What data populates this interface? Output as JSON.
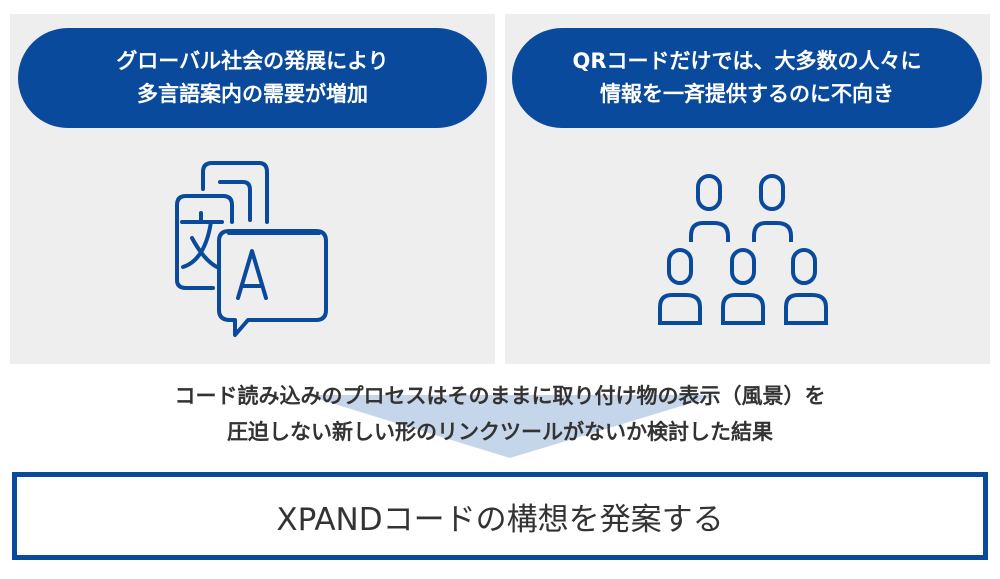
{
  "left_panel": {
    "lines": [
      "グローバル社会の発展により",
      "多言語案内の需要が増加"
    ],
    "icon": "translate-icon"
  },
  "right_panel": {
    "lines": [
      "QRコードだけでは、大多数の人々に",
      "情報を一斉提供するのに不向き"
    ],
    "icon": "people-group-icon"
  },
  "middle_text": {
    "lines": [
      "コード読み込みのプロセスはそのままに取り付け物の表示（風景）を",
      "圧迫しない新しい形のリンクツールがないか検討した結果"
    ]
  },
  "result": {
    "label": "XPANDコードの構想を発案する"
  },
  "colors": {
    "brand_blue": "#0a4a9c",
    "arrow": "#c6d6ea",
    "panel": "#eeeeee"
  }
}
